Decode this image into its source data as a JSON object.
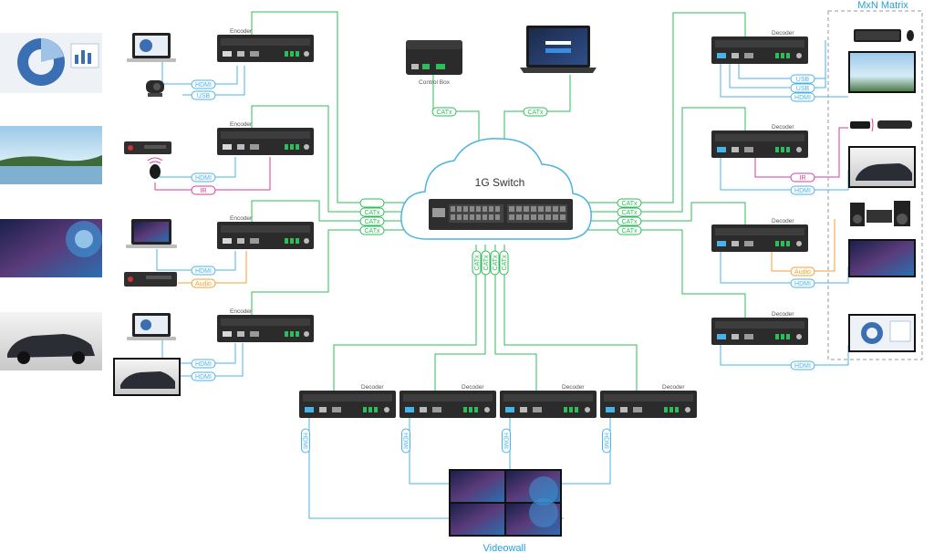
{
  "colors": {
    "catx": "#2ebd5a",
    "hdmi": "#4ab3e6",
    "usb": "#4ab3e6",
    "ir": "#d63ea0",
    "audio": "#f0a030",
    "accent_title": "#26a0d8",
    "device_body": "#2b2b2b"
  },
  "diagram": {
    "switch_label": "1G Switch",
    "matrix_title": "MxN Matrix",
    "videowall_title": "Videowall",
    "control_box_label": "Control Box",
    "encoder_label": "Encoder",
    "decoder_label": "Decoder",
    "link_labels": {
      "catx": "CATx",
      "hdmi": "HDMI",
      "usb": "USB",
      "ir": "IR",
      "audio": "Audio"
    }
  }
}
